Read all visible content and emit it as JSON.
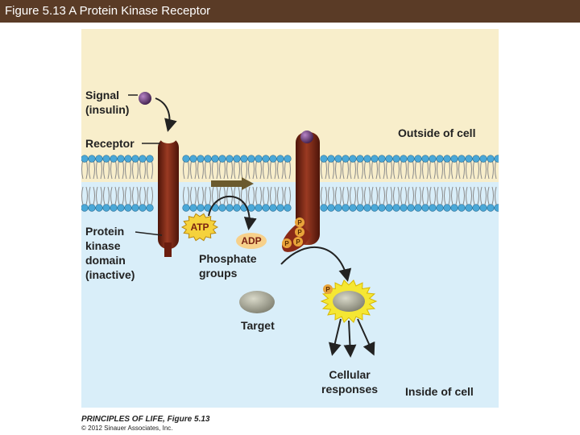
{
  "header": {
    "title": "Figure 5.13  A Protein Kinase Receptor"
  },
  "diagram": {
    "labels": {
      "signal": [
        "Signal",
        "(insulin)"
      ],
      "receptor": "Receptor",
      "outside": "Outside of cell",
      "protein_kinase": [
        "Protein",
        "kinase",
        "domain",
        "(inactive)"
      ],
      "atp": "ATP",
      "adp": "ADP",
      "phosphate_groups": [
        "Phosphate",
        "groups"
      ],
      "target": "Target",
      "cellular_responses": [
        "Cellular",
        "responses"
      ],
      "inside": "Inside of cell",
      "phosphate_symbol": "P"
    },
    "colors": {
      "outside": "#f8eecb",
      "inside": "#d9eef9",
      "receptor": "#7a2212",
      "signal": "#6b3a78",
      "phosphate": "#e8a33a",
      "atp_badge": "#f5d23c",
      "arrow": "#222222",
      "target": "#a3a392",
      "active_glow": "#f5e733",
      "membrane_head": "#4aa8d8"
    }
  },
  "footer": {
    "credit_line1": "PRINCIPLES OF LIFE, Figure 5.13",
    "credit_line2": "© 2012 Sinauer Associates, Inc."
  }
}
